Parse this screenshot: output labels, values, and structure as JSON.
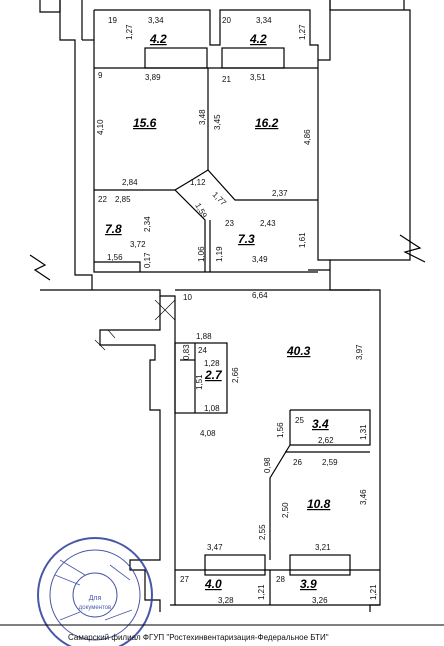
{
  "rooms": [
    {
      "id": "19",
      "num": "19",
      "area": "4.2",
      "w": "3,34",
      "h": "1,27"
    },
    {
      "id": "20",
      "num": "20",
      "area": "4.2",
      "w": "3,34",
      "h": "1,27"
    },
    {
      "id": "9",
      "num": "9",
      "area": "15.6",
      "w": "3,89",
      "h": "4,10",
      "h2": "3,48",
      "w2": "2,84"
    },
    {
      "id": "21",
      "num": "21",
      "area": "16.2",
      "w": "3,51",
      "h": "3,45",
      "h2": "4,86",
      "w2": "2,37"
    },
    {
      "id": "22",
      "num": "22",
      "area": "7.8",
      "w": "2,85",
      "h": "2,34",
      "w2": "3,72",
      "d1": "1,56",
      "d2": "0,17",
      "d3": "1,59"
    },
    {
      "id": "23",
      "num": "23",
      "area": "7.3",
      "w": "2,43",
      "h": "1,61",
      "w2": "3,49",
      "d1": "1,12",
      "d2": "1,77",
      "d3": "1,06",
      "d4": "1,19"
    },
    {
      "id": "10",
      "num": "10",
      "area": "40.3",
      "w": "6,64",
      "h": "3,97",
      "w2": "4,08",
      "h2": "2,66",
      "w3": "1,88"
    },
    {
      "id": "24",
      "num": "24",
      "area": "2.7",
      "d1": "0,83",
      "d2": "1,28",
      "d3": "1,51",
      "d4": "1,08"
    },
    {
      "id": "25",
      "num": "25",
      "area": "3.4",
      "w": "2,62",
      "h": "1,31",
      "h2": "1,56"
    },
    {
      "id": "26",
      "num": "26",
      "area": "10.8",
      "w": "2,59",
      "h": "3,46",
      "h2": "2,50",
      "h3": "2,55",
      "d1": "0,98",
      "w2": "3,21"
    },
    {
      "id": "27",
      "num": "27",
      "area": "4.0",
      "w": "3,28",
      "h": "1,21",
      "w2": "3,47"
    },
    {
      "id": "28",
      "num": "28",
      "area": "3.9",
      "w": "3,26",
      "h": "1,21"
    }
  ],
  "footer": "Самарский филиал ФГУП \"Ростехинвентаризация-Федеральное БТИ\"",
  "stamp": {
    "center_line1": "Для",
    "center_line2": "документов"
  },
  "colors": {
    "line": "#000000",
    "stamp": "#2a3a9a"
  }
}
